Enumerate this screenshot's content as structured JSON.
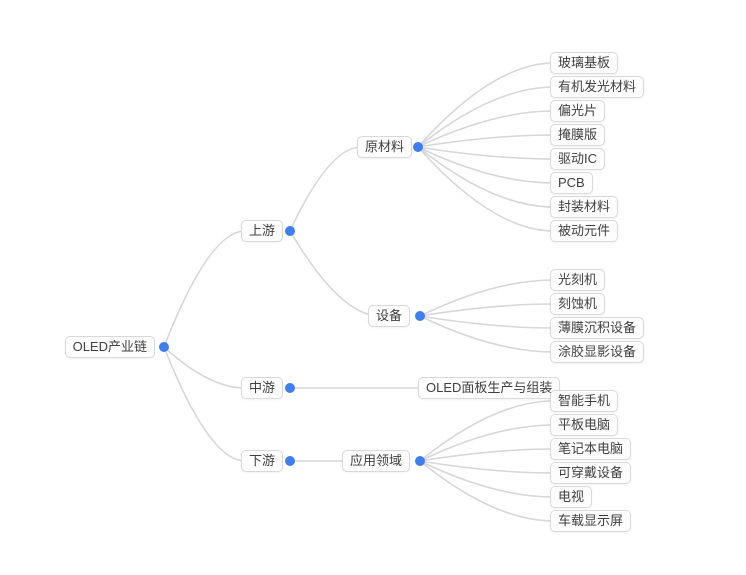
{
  "mindmap": {
    "root": {
      "label": "OLED产业链"
    },
    "branches": [
      {
        "label": "上游",
        "children": [
          {
            "label": "原材料",
            "children": [
              {
                "label": "玻璃基板"
              },
              {
                "label": "有机发光材料"
              },
              {
                "label": "偏光片"
              },
              {
                "label": "掩膜版"
              },
              {
                "label": "驱动IC"
              },
              {
                "label": "PCB"
              },
              {
                "label": "封装材料"
              },
              {
                "label": "被动元件"
              }
            ]
          },
          {
            "label": "设备",
            "children": [
              {
                "label": "光刻机"
              },
              {
                "label": "刻蚀机"
              },
              {
                "label": "薄膜沉积设备"
              },
              {
                "label": "涂胶显影设备"
              }
            ]
          }
        ]
      },
      {
        "label": "中游",
        "children": [
          {
            "label": "OLED面板生产与组装"
          }
        ]
      },
      {
        "label": "下游",
        "children": [
          {
            "label": "应用领域",
            "children": [
              {
                "label": "智能手机"
              },
              {
                "label": "平板电脑"
              },
              {
                "label": "笔记本电脑"
              },
              {
                "label": "可穿戴设备"
              },
              {
                "label": "电视"
              },
              {
                "label": "车载显示屏"
              }
            ]
          }
        ]
      }
    ]
  },
  "colors": {
    "background": "#ffffff",
    "connector": "#d7d7d9",
    "node_border": "#d9d9d9",
    "node_background": "#fdfdfd",
    "node_text": "#3f3f3f",
    "expander_dot": "#3e7ef0"
  }
}
